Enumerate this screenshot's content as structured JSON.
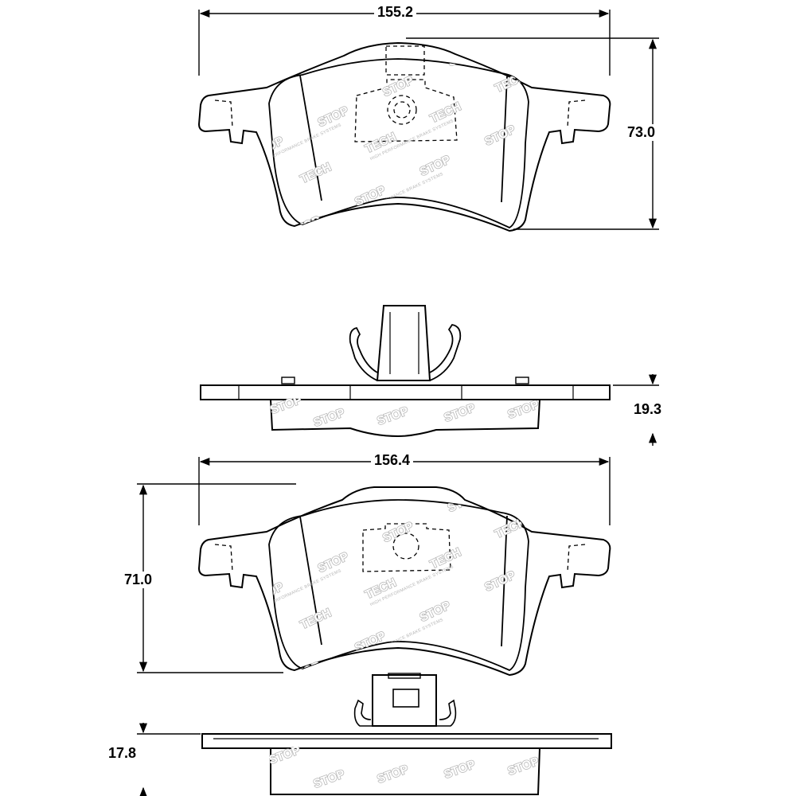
{
  "dimensions": {
    "top_pad_width": "155.2",
    "top_pad_height": "73.0",
    "top_pad_thickness": "19.3",
    "bottom_pad_width": "156.4",
    "bottom_pad_height": "71.0",
    "bottom_pad_thickness": "17.8"
  },
  "watermark": {
    "brand_stop": "STOP",
    "brand_tech": "TECH",
    "tagline": "HIGH PERFORMANCE BRAKE SYSTEMS"
  },
  "colors": {
    "line": "#000000",
    "watermark_outline": "#b8b8b8",
    "background": "#ffffff"
  }
}
